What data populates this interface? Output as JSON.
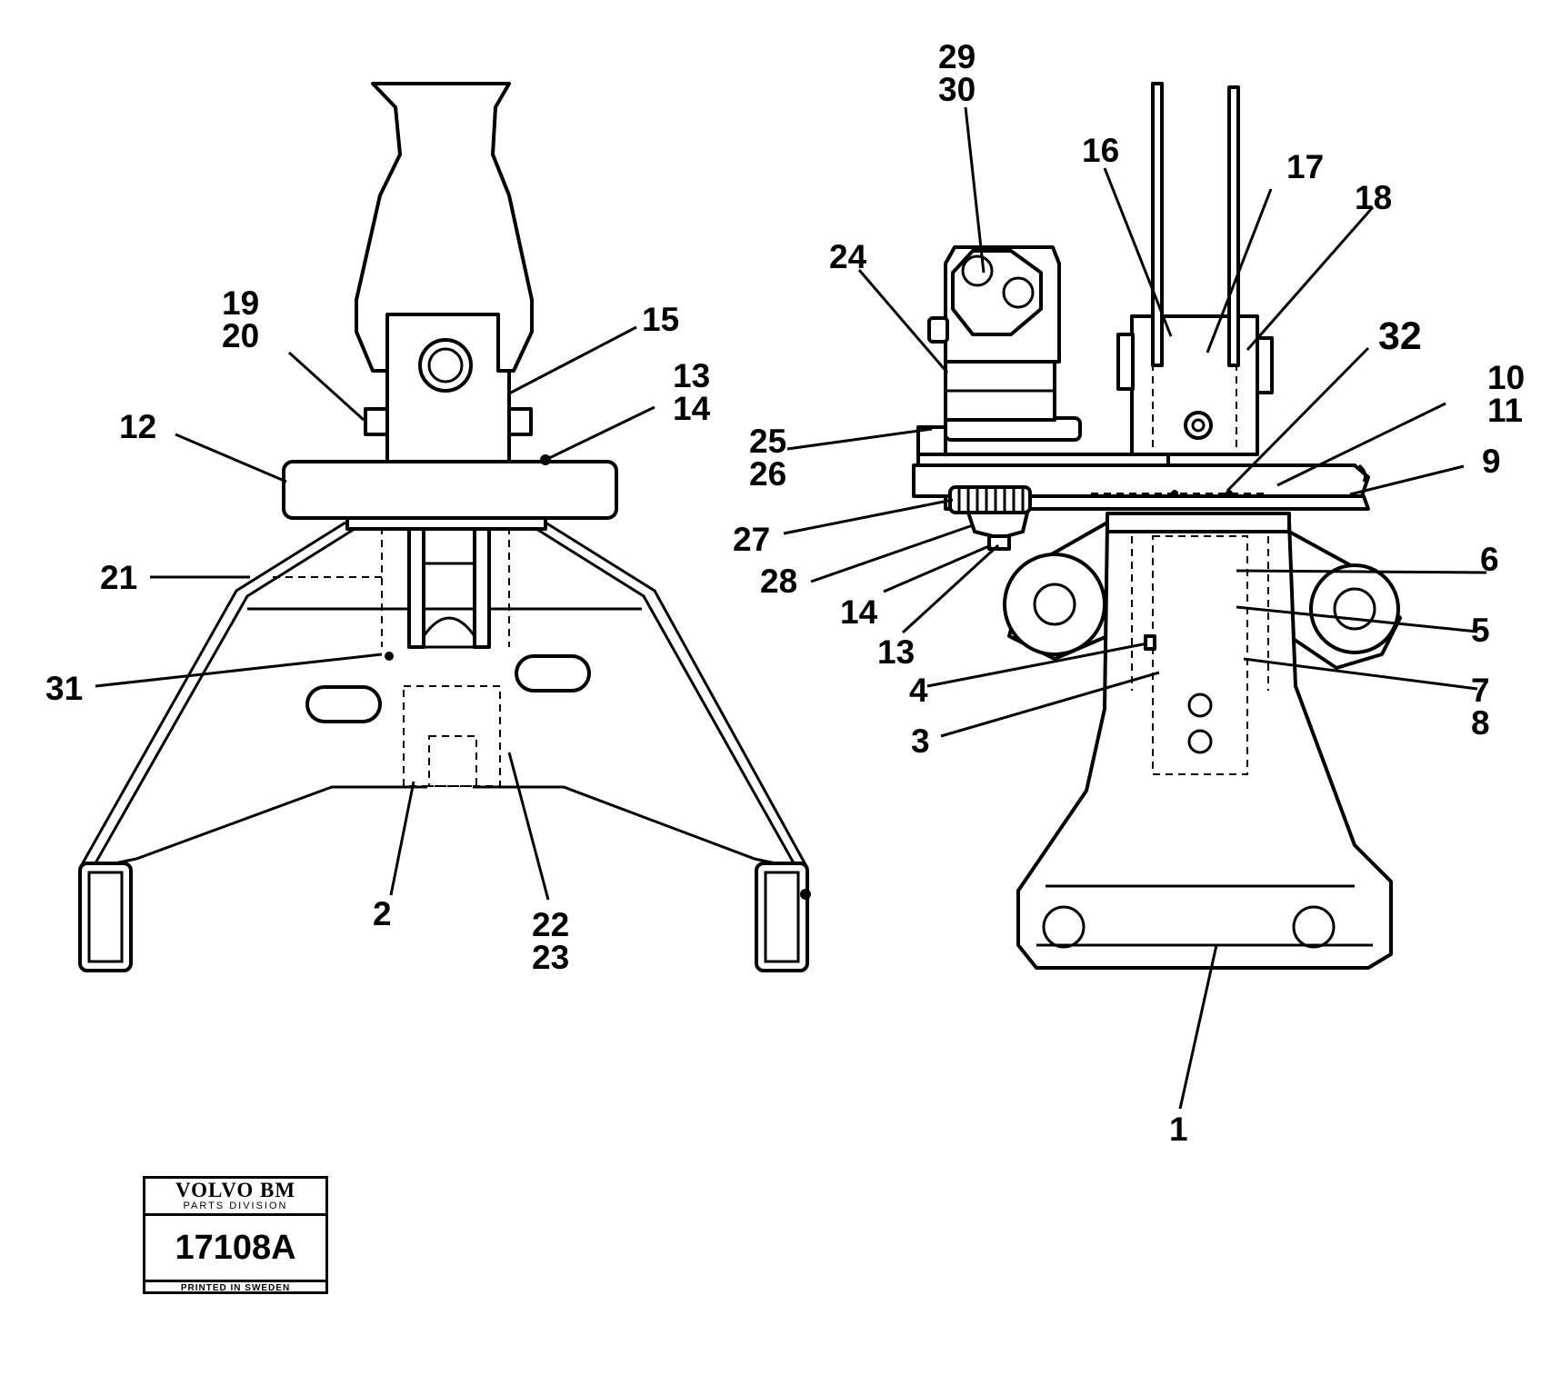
{
  "callouts": {
    "left": {
      "c19": "19",
      "c20": "20",
      "c15": "15",
      "c13": "13",
      "c14": "14",
      "c12": "12",
      "c21": "21",
      "c31": "31",
      "c2": "2",
      "c22": "22",
      "c23": "23"
    },
    "right": {
      "c29": "29",
      "c30": "30",
      "c16": "16",
      "c17": "17",
      "c18": "18",
      "c24": "24",
      "c32": "32",
      "c10": "10",
      "c11": "11",
      "c25": "25",
      "c26": "26",
      "c9": "9",
      "c27": "27",
      "c28": "28",
      "c14": "14",
      "c13": "13",
      "c6": "6",
      "c5": "5",
      "c4": "4",
      "c7": "7",
      "c8": "8",
      "c3": "3",
      "c1": "1"
    }
  },
  "stamp": {
    "brand": "VOLVO BM",
    "division": "PARTS DIVISION",
    "drawing_number": "17108A",
    "printed": "PRINTED IN SWEDEN"
  }
}
